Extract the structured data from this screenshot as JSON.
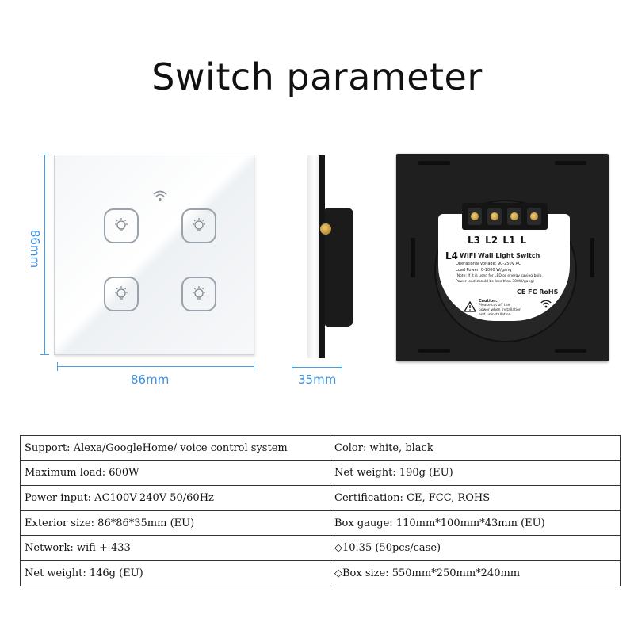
{
  "title": "Switch parameter",
  "dimensions": {
    "front_height": "86mm",
    "front_width": "86mm",
    "depth": "35mm"
  },
  "back_label": {
    "terminals": "L3 L2 L1 L",
    "extra_terminal": "L4",
    "product_name": "WIFI Wall Light Switch",
    "voltage": "Operational Voltage: 90-250V AC",
    "load_power": "Load Power: 0-1000 W/gang",
    "note_line1": "(Note: If it is used for LED or energy saving bulb,",
    "note_line2": "Power load should be less than 300W/gang)",
    "certs": "CE FC RoHS",
    "caution_title": "Caution:",
    "caution_line1": "Please cut off the",
    "caution_line2": "power when installation",
    "caution_line3": "and uninstallation."
  },
  "specs": [
    [
      "Support: Alexa/GoogleHome/ voice control system",
      "Color: white, black"
    ],
    [
      "Maximum load: 600W",
      "Net weight: 190g (EU)"
    ],
    [
      "Power input: AC100V-240V 50/60Hz",
      "Certification: CE, FCC, ROHS"
    ],
    [
      "Exterior size: 86*86*35mm (EU)",
      "Box gauge: 110mm*100mm*43mm (EU)"
    ],
    [
      "Network: wifi + 433",
      "◇10.35 (50pcs/case)"
    ],
    [
      "Net weight: 146g (EU)",
      "◇Box size: 550mm*250mm*240mm"
    ]
  ],
  "colors": {
    "dimension_line": "#4a9ee6",
    "panel_back": "#1f1f1f"
  }
}
